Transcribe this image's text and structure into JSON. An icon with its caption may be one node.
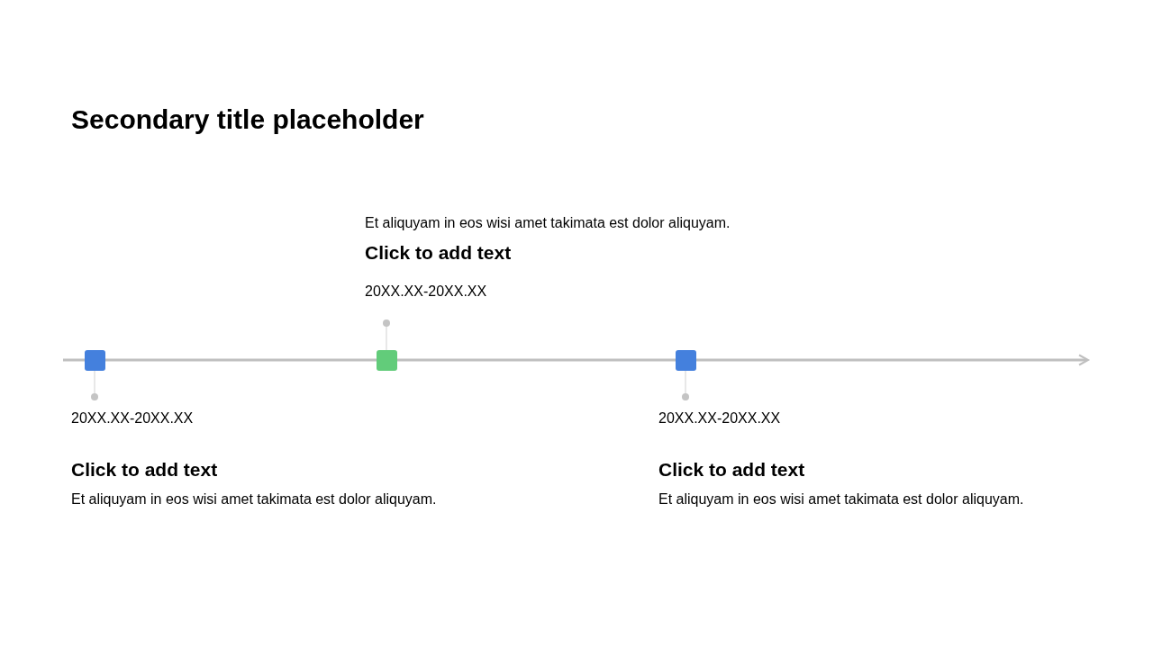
{
  "diagram": {
    "title": "Secondary title placeholder",
    "nodes": [
      {
        "text": [],
        "shape": "box",
        "beside": [
          "20XX.XX-20XX.XX",
          "Click to add text",
          "Et aliquyam in eos wisi amet takimata est dolor aliquyam."
        ]
      },
      {
        "text": [],
        "shape": "box",
        "beside": [
          "Et aliquyam in eos wisi amet takimata est dolor aliquyam.",
          "Click to add text",
          "20XX.XX-20XX.XX"
        ]
      },
      {
        "text": [],
        "shape": "box",
        "beside": [
          "20XX.XX-20XX.XX",
          "Click to add text",
          "Et aliquyam in eos wisi amet takimata est dolor aliquyam."
        ]
      }
    ]
  }
}
